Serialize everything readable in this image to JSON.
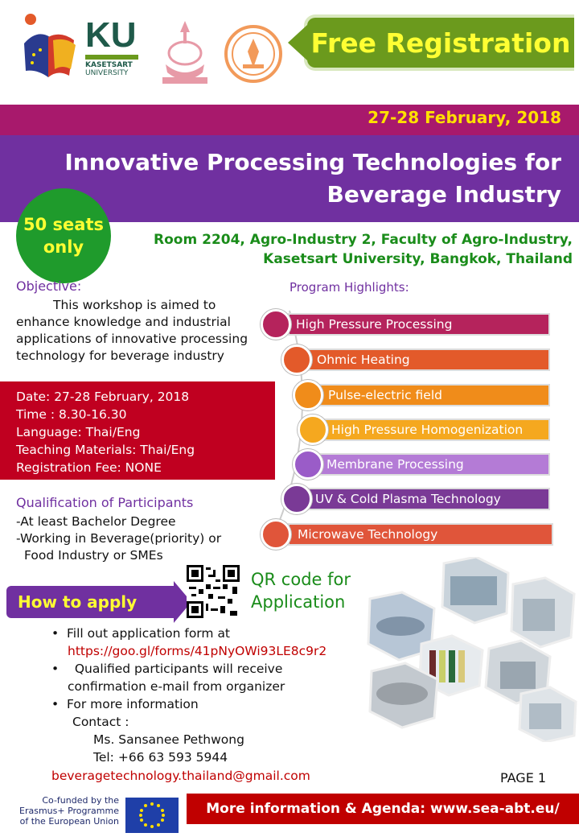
{
  "header": {
    "free_registration": "Free Registration",
    "logos": [
      "eu-partner-logo",
      "ku-logo",
      "chula-logo",
      "agro-industry-logo"
    ],
    "ku_mark": "KU",
    "ku_name_1": "KASETSART",
    "ku_name_2": "UNIVERSITY"
  },
  "event": {
    "date_banner": "27-28 February, 2018",
    "title_line1": "Innovative Processing Technologies for",
    "title_line2": "Beverage Industry",
    "seats_line1": "50 seats",
    "seats_line2": "only",
    "venue_line1": "Room 2204, Agro-Industry 2, Faculty of Agro-Industry,",
    "venue_line2": "Kasetsart University, Bangkok, Thailand"
  },
  "objective": {
    "heading": "Objective:",
    "line1": "This workshop is aimed to",
    "line2": "enhance knowledge and industrial",
    "line3": "applications of innovative processing",
    "line4": "technology for beverage industry"
  },
  "details": {
    "date": "Date: 27-28 February, 2018",
    "time": "Time : 8.30-16.30",
    "language": "Language: Thai/Eng",
    "materials": "Teaching Materials: Thai/Eng",
    "fee": "Registration Fee: NONE"
  },
  "qualification": {
    "heading": "Qualification of Participants",
    "line1": "-At least Bachelor Degree",
    "line2": "-Working in Beverage(priority) or",
    "line3": "Food Industry or SMEs"
  },
  "program": {
    "heading": "Program Highlights:",
    "items": [
      {
        "label": "High Pressure Processing",
        "color": "#b5235c",
        "bubble": "#b5235c"
      },
      {
        "label": "Ohmic Heating",
        "color": "#e35a2a",
        "bubble": "#e35a2a"
      },
      {
        "label": "Pulse-electric field",
        "color": "#f08c1a",
        "bubble": "#f08c1a"
      },
      {
        "label": "High Pressure Homogenization",
        "color": "#f5a81f",
        "bubble": "#f5a81f"
      },
      {
        "label": "Membrane Processing",
        "color": "#b47bd6",
        "bubble": "#9a5cc8"
      },
      {
        "label": "UV & Cold Plasma Technology",
        "color": "#7a3a96",
        "bubble": "#7a3a96"
      },
      {
        "label": "Microwave Technology",
        "color": "#e0553a",
        "bubble": "#e0553a"
      }
    ]
  },
  "apply": {
    "button": "How to apply",
    "qr_line1": "QR code for",
    "qr_line2": "Application",
    "step1": "Fill out application form at",
    "form_url": "https://goo.gl/forms/41pNyOWi93LE8c9r2",
    "step2": "Qualified participants will receive",
    "step2b": "confirmation e-mail from organizer",
    "step3": "For more information",
    "contact_label": "Contact :",
    "contact_name": "Ms. Sansanee Pethwong",
    "contact_tel": "Tel: +66 63 593 5944",
    "email": "beveragetechnology.thailand@gmail.com"
  },
  "footer": {
    "page": "PAGE 1",
    "cofund_line1": "Co-funded by the",
    "cofund_line2": "Erasmus+ Programme",
    "cofund_line3": "of the European Union",
    "more_info": "More information & Agenda: www.sea-abt.eu/"
  },
  "colors": {
    "green": "#6b9a1d",
    "magenta": "#a8196c",
    "purple": "#7030a0",
    "red": "#c00000",
    "yellow": "#ffe000"
  }
}
